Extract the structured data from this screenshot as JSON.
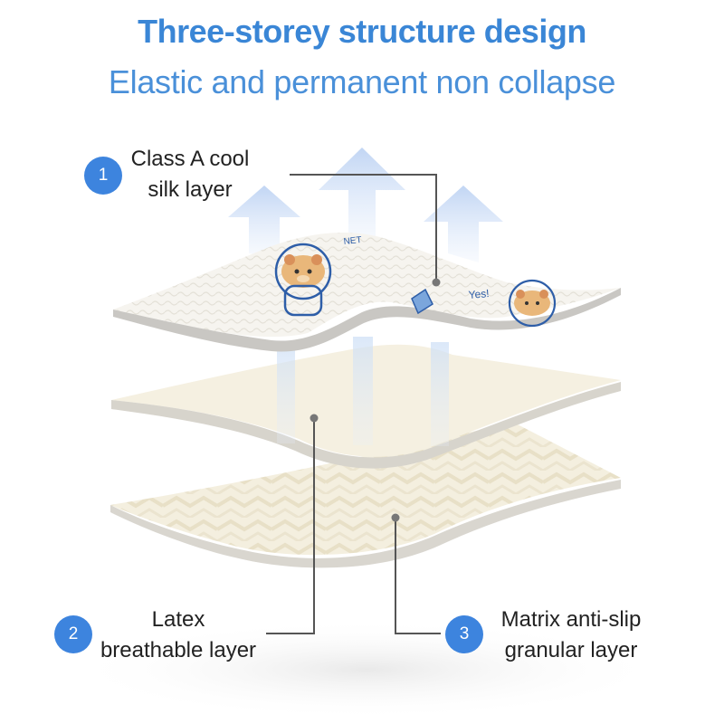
{
  "header": {
    "title": "Three-storey structure design",
    "subtitle": "Elastic and permanent non collapse"
  },
  "layers": [
    {
      "number": "1",
      "line1": "Class A cool",
      "line2": "silk layer"
    },
    {
      "number": "2",
      "line1": "Latex",
      "line2": "breathable layer"
    },
    {
      "number": "3",
      "line1": "Matrix anti-slip",
      "line2": "granular layer"
    }
  ],
  "print_text": {
    "top_left": "NET",
    "right": "Yes!"
  },
  "colors": {
    "accent": "#3d84de",
    "title": "#3a86d6",
    "subtitle": "#4a90d9",
    "arrow": "#c9daf5",
    "layer_cream": "#f3eedd"
  }
}
